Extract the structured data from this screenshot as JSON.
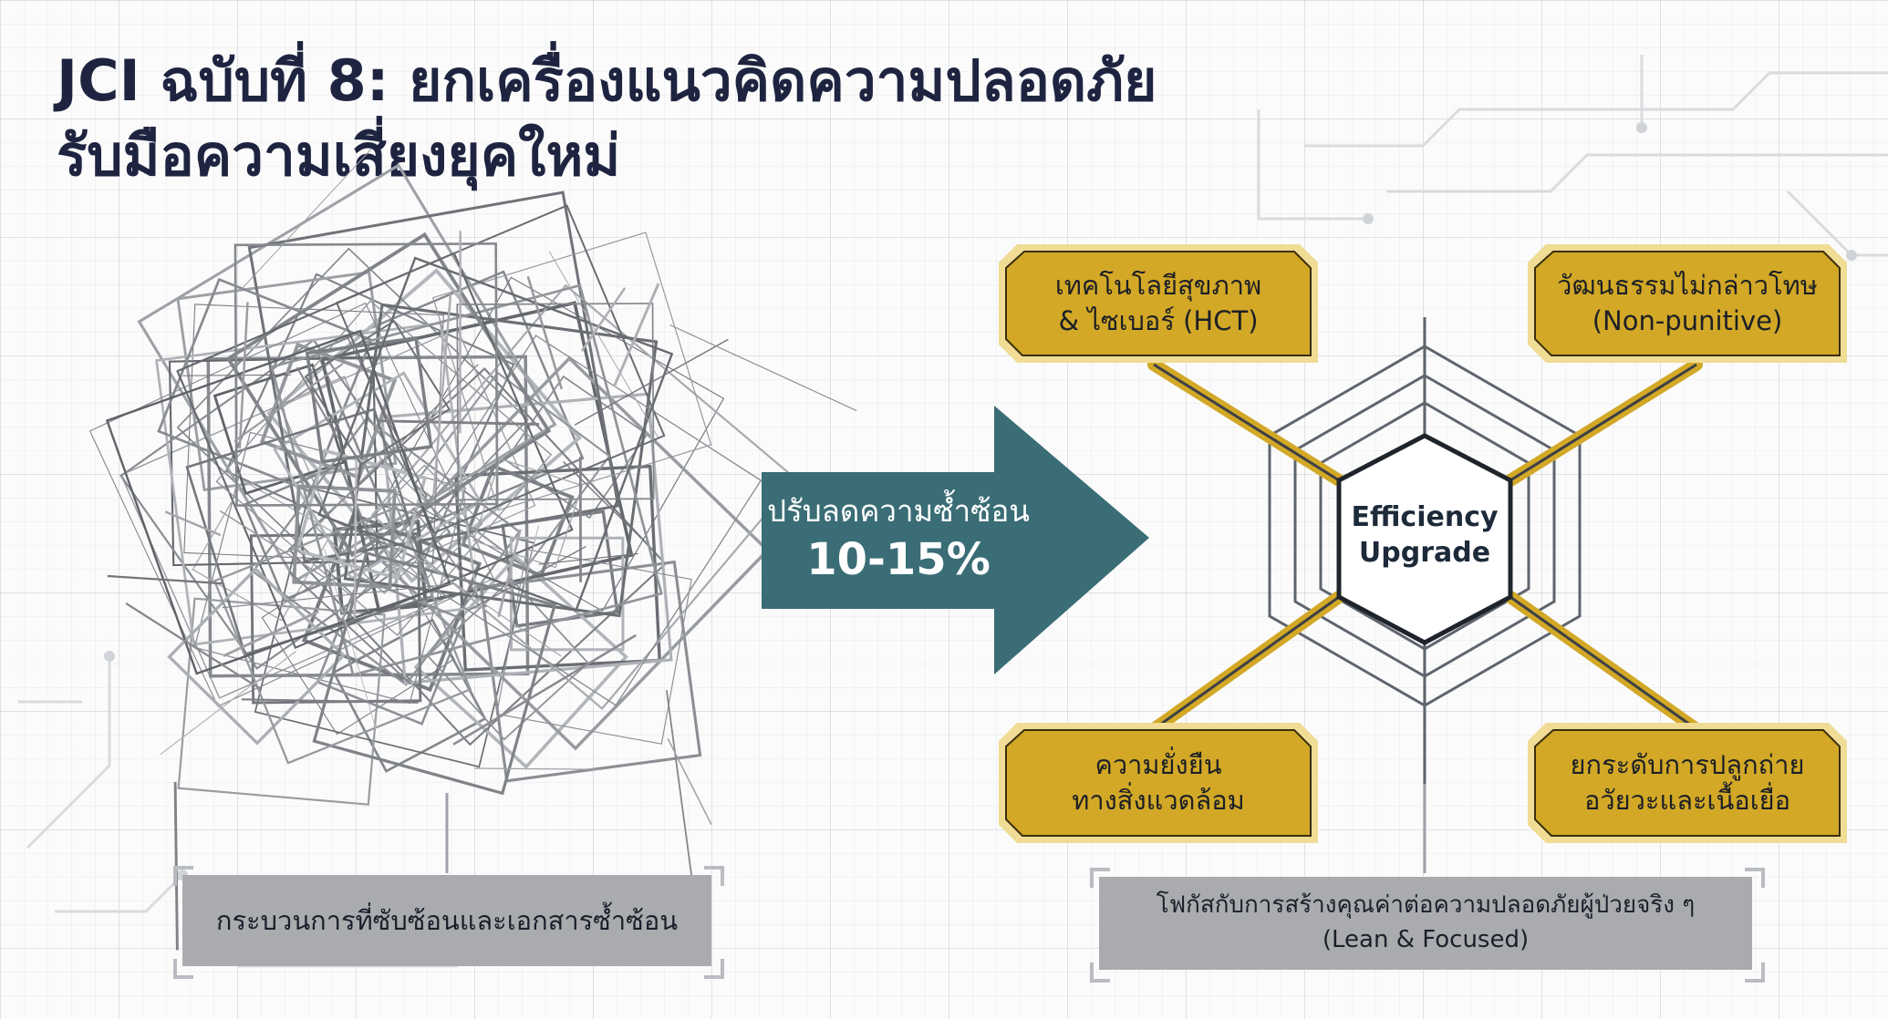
{
  "title": {
    "line1": "JCI ฉบับที่ 8: ยกเครื่องแนวคิดความปลอดภัย",
    "line2": "รับมือความเสี่ยงยุคใหม่"
  },
  "left_panel": {
    "tangle_icon": "tangled-squares-icon",
    "caption": "กระบวนการที่ซับซ้อนและเอกสารซ้ำซ้อน"
  },
  "transition_arrow": {
    "label": "ปรับลดความซ้ำซ้อน",
    "value": "10-15%",
    "color": "#3a6d75"
  },
  "hub": {
    "line1": "Efficiency",
    "line2": "Upgrade"
  },
  "pillars": [
    {
      "line1": "เทคโนโลยีสุขภาพ",
      "line2": "& ไซเบอร์ (HCT)"
    },
    {
      "line1": "วัฒนธรรมไม่กล่าวโทษ",
      "line2": "(Non-punitive)"
    },
    {
      "line1": "ความยั่งยืน",
      "line2": "ทางสิ่งแวดล้อม"
    },
    {
      "line1": "ยกระดับการปลูกถ่าย",
      "line2": "อวัยวะและเนื้อเยื่อ"
    }
  ],
  "right_panel": {
    "caption_line1": "โฟกัสกับการสร้างคุณค่าต่อความปลอดภัยผู้ป่วยจริง ๆ",
    "caption_line2": "(Lean & Focused)"
  },
  "colors": {
    "title": "#1e2440",
    "gold": "#d2a826",
    "gold_border": "#f0dc95",
    "teal": "#3a6d75",
    "caption_bg": "#a9abae"
  }
}
